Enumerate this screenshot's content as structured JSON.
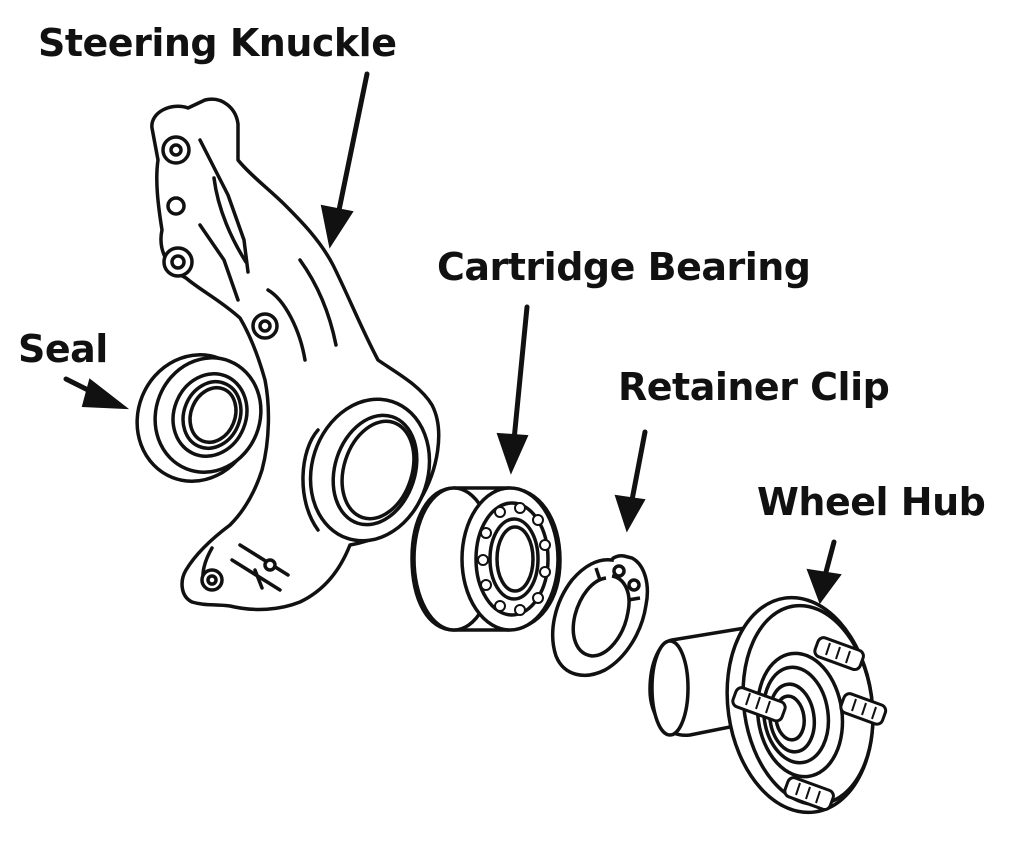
{
  "labels": {
    "steering_knuckle": "Steering Knuckle",
    "seal": "Seal",
    "cartridge_bearing": "Cartridge Bearing",
    "retainer_clip": "Retainer Clip",
    "wheel_hub": "Wheel Hub"
  },
  "colors": {
    "ink": "#111111",
    "background": "#ffffff"
  }
}
